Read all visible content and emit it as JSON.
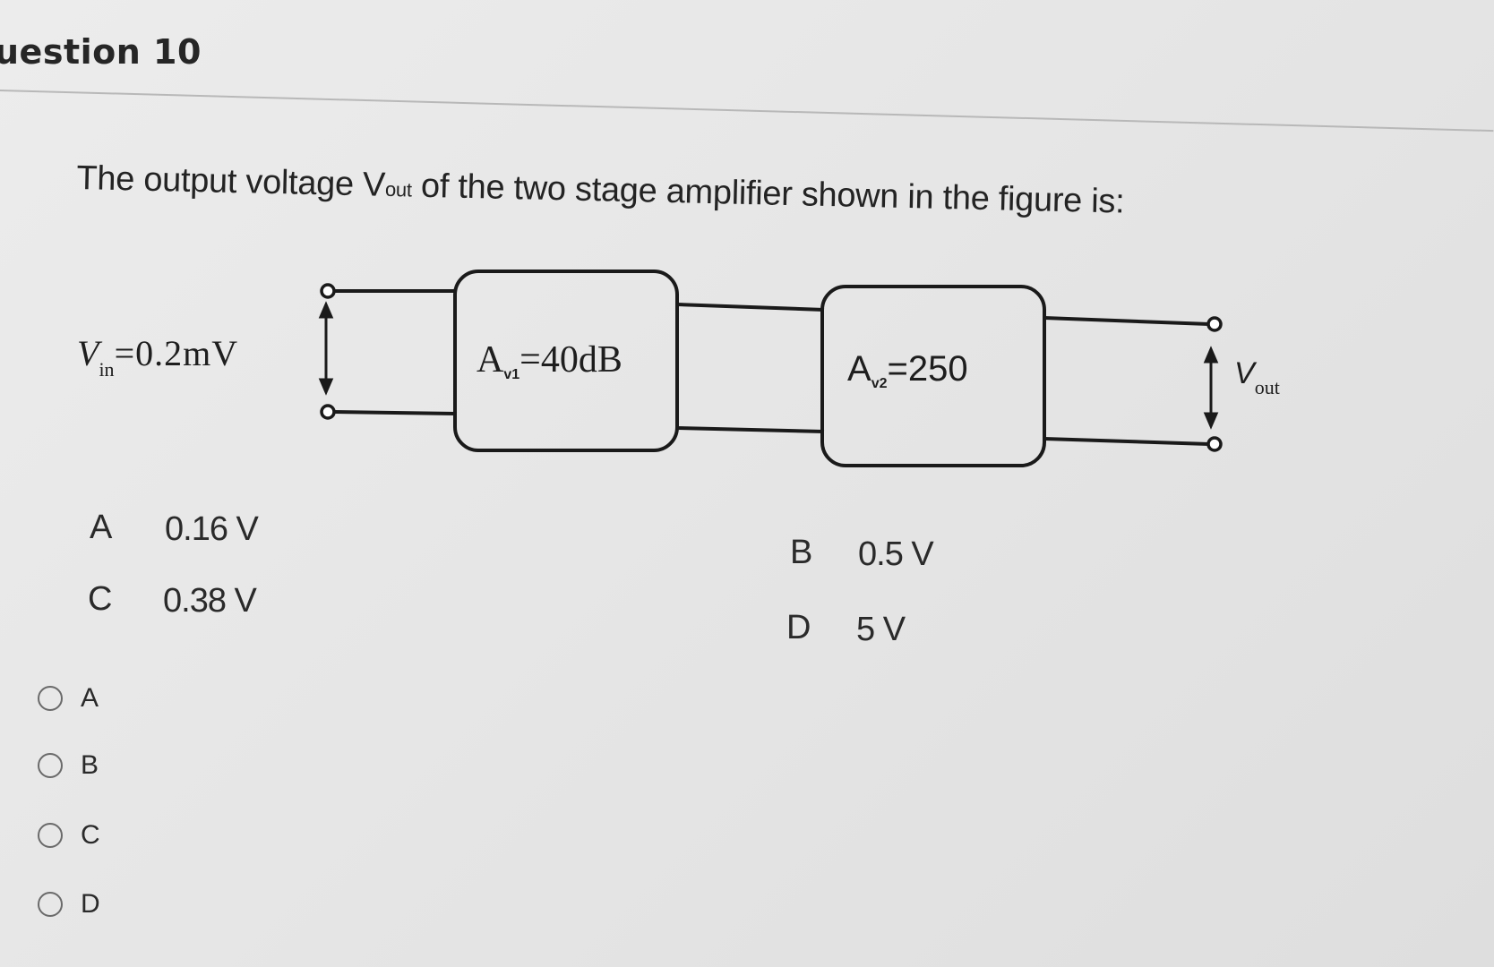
{
  "question": {
    "number_label": "uestion 10",
    "text_before": "The output voltage ",
    "text_v": "V",
    "text_sub": "out",
    "text_after": " of the two stage amplifier shown in the figure is:"
  },
  "figure": {
    "vin_label": "V",
    "vin_sub": "in",
    "vin_value": "=0.2mV",
    "stage1_a": "A",
    "stage1_sub": "v1",
    "stage1_value": "=40dB",
    "stage2_a": "A",
    "stage2_sub": "v2",
    "stage2_value": "=250",
    "vout_label": "V",
    "vout_sub": "out"
  },
  "choices": [
    {
      "letter": "A",
      "value": "0.16 V"
    },
    {
      "letter": "B",
      "value": "0.5 V"
    },
    {
      "letter": "C",
      "value": "0.38 V"
    },
    {
      "letter": "D",
      "value": "5 V"
    }
  ],
  "options": [
    {
      "label": "A"
    },
    {
      "label": "B"
    },
    {
      "label": "C"
    },
    {
      "label": "D"
    }
  ]
}
